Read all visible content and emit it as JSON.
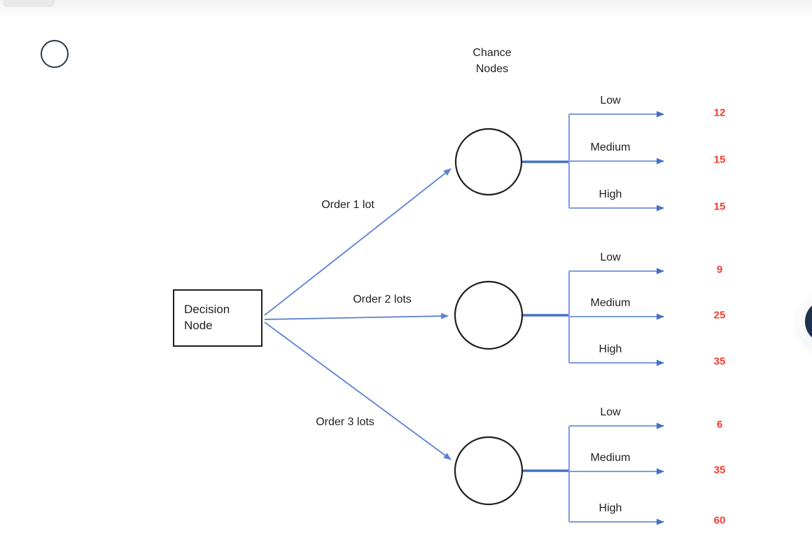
{
  "colors": {
    "diagonal_line": "#5b80d5",
    "branch_line": "#7f9bdf",
    "connector_thick": "#4472c4",
    "arrowhead": "#4472c4",
    "shape_outline": "#1f1f1f",
    "label_text": "#1f1f1f",
    "value_red": "#f43b2d",
    "radio_outline": "#2b3648",
    "fab_navy": "#1e3151",
    "tab_gray": "#e9e9ea"
  },
  "icons": {
    "radio": "radio-unselected-icon",
    "fab": "floating-action-circle"
  },
  "diagram": {
    "type": "decision-tree",
    "chance_nodes_title": "Chance Nodes",
    "decision_node_label": "Decision Node",
    "branches": [
      {
        "label": "Order 1 lot",
        "outcomes": [
          {
            "label": "Low",
            "value": "12"
          },
          {
            "label": "Medium",
            "value": "15"
          },
          {
            "label": "High",
            "value": "15"
          }
        ]
      },
      {
        "label": "Order 2 lots",
        "outcomes": [
          {
            "label": "Low",
            "value": "9"
          },
          {
            "label": "Medium",
            "value": "25"
          },
          {
            "label": "High",
            "value": "35"
          }
        ]
      },
      {
        "label": "Order 3 lots",
        "outcomes": [
          {
            "label": "Low",
            "value": "6"
          },
          {
            "label": "Medium",
            "value": "35"
          },
          {
            "label": "High",
            "value": "60"
          }
        ]
      }
    ]
  }
}
